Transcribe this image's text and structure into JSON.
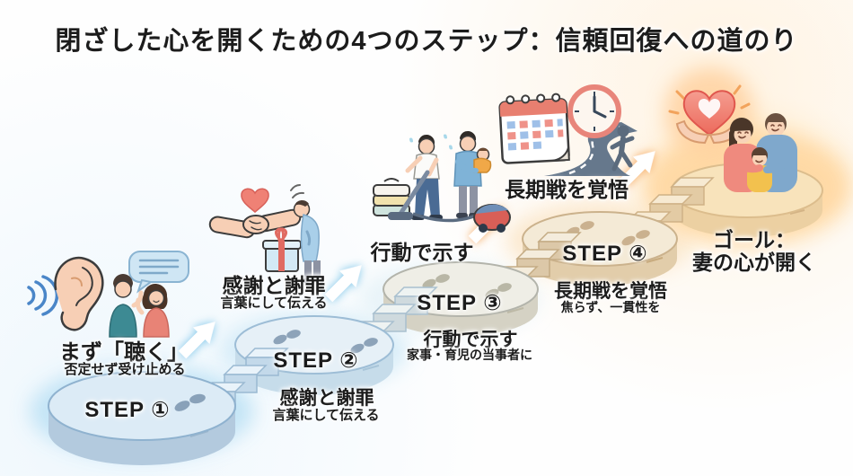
{
  "title": "閉ざした心を開くための4つのステップ：信頼回復への道のり",
  "steps": [
    {
      "label": "STEP ①",
      "heading": "まず「聴く」",
      "subheading": "否定せず受け止める",
      "caption": "",
      "caption_sub": "",
      "icons": [
        "sound-waves-icon",
        "ear-icon",
        "couple-talking-icon",
        "speech-bubble-icon"
      ]
    },
    {
      "label": "STEP ②",
      "heading": "感謝と謝罪",
      "subheading": "言葉にして伝える",
      "caption": "感謝と謝罪",
      "caption_sub": "言葉にして伝える",
      "icons": [
        "heart-icon",
        "handshake-icon",
        "gift-icon",
        "bowing-person-icon"
      ]
    },
    {
      "label": "STEP ③",
      "heading": "行動で示す",
      "subheading": "",
      "caption": "行動で示す",
      "caption_sub": "家事・育児の当事者に",
      "icons": [
        "laundry-stack-icon",
        "vacuuming-man-icon",
        "father-holding-baby-icon",
        "vacuum-cleaner-icon"
      ]
    },
    {
      "label": "STEP ④",
      "heading": "長期戦を覚悟",
      "subheading": "",
      "caption": "長期戦を覚悟",
      "caption_sub": "焦らず、一貫性を",
      "icons": [
        "calendar-icon",
        "clock-icon",
        "winding-road-icon",
        "walking-person-icon"
      ]
    }
  ],
  "goal": {
    "label_line1": "ゴール：",
    "label_line2": "妻の心が開く",
    "icons": [
      "hands-holding-heart-icon",
      "family-icon"
    ]
  },
  "colors": {
    "title_text": "#1c1c1c",
    "platform_blue_top": "#dcebf6",
    "platform_blue_side": "#b3cade",
    "platform_cream_top": "#f4ead6",
    "platform_cream_side": "#e2cdaa",
    "goal_glow": "#ffd9a4",
    "blue_glow": "#bee2f5",
    "arrow_fill": "#ffffff",
    "heart_coral": "#ef8175"
  }
}
